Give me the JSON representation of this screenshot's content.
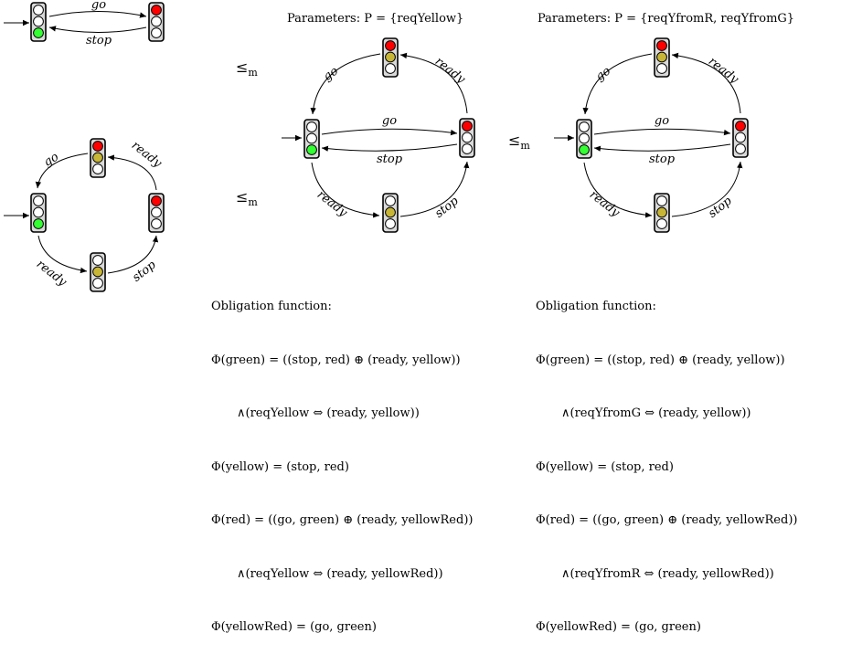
{
  "parameters_left": "Parameters: P = {reqYellow}",
  "parameters_right": "Parameters: P = {reqYfromR, reqYfromG}",
  "relation_symbol": "≤",
  "relation_sub": "m",
  "edge_labels": {
    "go": "go",
    "stop": "stop",
    "ready": "ready"
  },
  "obligation_left": {
    "title": "Obligation function:",
    "lines": [
      "Φ(green) = ((stop, red) ⊕ (ready, yellow))",
      "∧(reqYellow ⇔ (ready, yellow))",
      "Φ(yellow) = (stop, red)",
      "Φ(red) = ((go, green) ⊕ (ready, yellowRed))",
      "∧(reqYellow ⇔ (ready, yellowRed))",
      "Φ(yellowRed) = (go, green)"
    ]
  },
  "obligation_right": {
    "title": "Obligation function:",
    "lines": [
      "Φ(green) = ((stop, red) ⊕ (ready, yellow))",
      "∧(reqYfromG ⇔ (ready, yellow))",
      "Φ(yellow) = (stop, red)",
      "Φ(red) = ((go, green) ⊕ (ready, yellowRed))",
      "∧(reqYfromR ⇔ (ready, yellowRed))",
      "Φ(yellowRed) = (go, green)"
    ]
  },
  "colors": {
    "red": "#ff0000",
    "yellow": "#c8b637",
    "green": "#33ff33",
    "off": "#ffffff",
    "housing": "#d9d9d9",
    "outline": "#000000"
  }
}
